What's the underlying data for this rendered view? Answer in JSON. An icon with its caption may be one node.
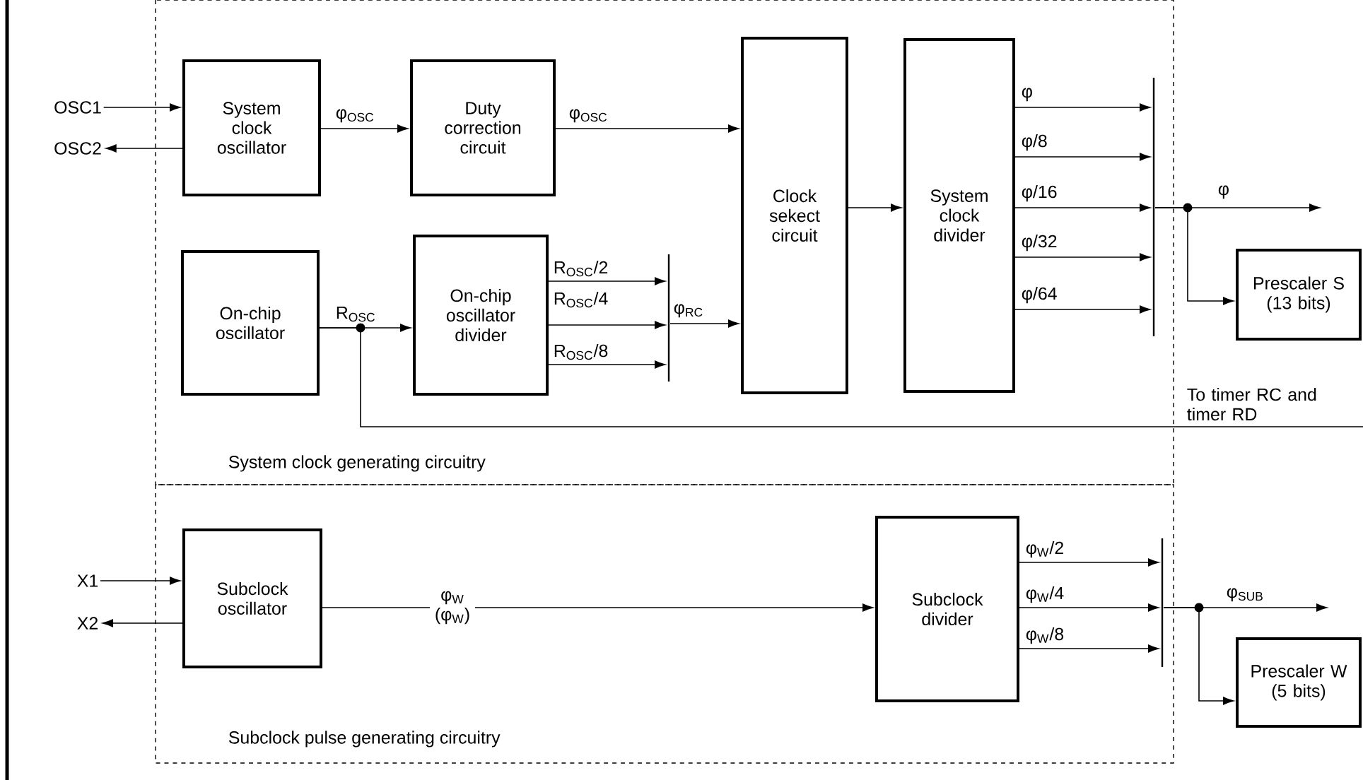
{
  "diagram": {
    "nodes": [
      {
        "text": [
          "System clock generating circuitry"
        ]
      },
      {
        "text": [
          "Subclock pulse generating circuitry"
        ]
      },
      {
        "text": [
          "OSC1"
        ]
      },
      {
        "text": [
          "OSC2"
        ]
      },
      {
        "text": [
          "System clock oscillator"
        ],
        "in": 0
      },
      {
        "text": [
          "Duty correction circuit"
        ],
        "in": 0
      },
      {
        "text": [
          "On-chip oscillator"
        ],
        "in": 0
      },
      {
        "text": [
          "On-chip oscillator divider"
        ],
        "in": 0
      },
      {
        "text": [
          "Clock sekect circuit"
        ],
        "in": 0
      },
      {
        "text": [
          "System clock divider"
        ],
        "in": 0
      },
      {
        "text": [],
        "shape": "bar",
        "in": 0
      },
      {
        "text": [],
        "shape": "bar",
        "in": 0
      },
      {
        "text": [
          "Prescaler S",
          "(13 bits)"
        ]
      },
      {
        "text": [
          "X1"
        ]
      },
      {
        "text": [
          "X2"
        ]
      },
      {
        "text": [
          "Subclock oscillator"
        ],
        "in": 1
      },
      {
        "text": [
          "Subclock divider"
        ],
        "in": 1
      },
      {
        "text": [],
        "shape": "bar",
        "in": 1
      },
      {
        "text": [
          "Prescaler W",
          "(5 bits)"
        ]
      }
    ],
    "edges": [
      {
        "from": 2,
        "to": 4,
        "arrow": "to"
      },
      {
        "from": 4,
        "to": 3,
        "arrow": "to"
      },
      {
        "from": 4,
        "to": 5,
        "arrow": "to",
        "label": "φ$_{OSC}$"
      },
      {
        "from": 5,
        "to": 8,
        "arrow": "to",
        "label": "φ$_{OSC}$"
      },
      {
        "from": 6,
        "to": 7,
        "arrow": "to",
        "label": "R$_{OSC}$"
      },
      {
        "from": 6,
        "to": null,
        "arrow": "none",
        "label": "To timer RC and timer RD"
      },
      {
        "from": 7,
        "to": 10,
        "arrow": "to",
        "label": "R$_{OSC}$/2"
      },
      {
        "from": 7,
        "to": 10,
        "arrow": "to",
        "label": "R$_{OSC}$/4"
      },
      {
        "from": 7,
        "to": 10,
        "arrow": "to",
        "label": "R$_{OSC}$/8"
      },
      {
        "from": 10,
        "to": 8,
        "arrow": "to",
        "label": "φ$_{RC}$"
      },
      {
        "from": 8,
        "to": 9,
        "arrow": "to"
      },
      {
        "from": 9,
        "to": 11,
        "arrow": "to",
        "label": "φ"
      },
      {
        "from": 9,
        "to": 11,
        "arrow": "to",
        "label": "φ/8"
      },
      {
        "from": 9,
        "to": 11,
        "arrow": "to",
        "label": "φ/16"
      },
      {
        "from": 9,
        "to": 11,
        "arrow": "to",
        "label": "φ/32"
      },
      {
        "from": 9,
        "to": 11,
        "arrow": "to",
        "label": "φ/64"
      },
      {
        "from": 11,
        "to": null,
        "arrow": "to",
        "label": "φ"
      },
      {
        "from": 11,
        "to": 12,
        "arrow": "to"
      },
      {
        "from": 13,
        "to": 15,
        "arrow": "to"
      },
      {
        "from": 15,
        "to": 14,
        "arrow": "to"
      },
      {
        "from": 15,
        "to": 16,
        "arrow": "to",
        "label": "φ$_{W}$ (φ$_{W}$)"
      },
      {
        "from": 16,
        "to": 17,
        "arrow": "to",
        "label": "φ$_{W}$/2"
      },
      {
        "from": 16,
        "to": 17,
        "arrow": "to",
        "label": "φ$_{W}$/4"
      },
      {
        "from": 16,
        "to": 17,
        "arrow": "to",
        "label": "φ$_{W}$/8"
      },
      {
        "from": 17,
        "to": null,
        "arrow": "to",
        "label": "φ$_{SUB}$"
      },
      {
        "from": 17,
        "to": 18,
        "arrow": "to"
      }
    ]
  }
}
